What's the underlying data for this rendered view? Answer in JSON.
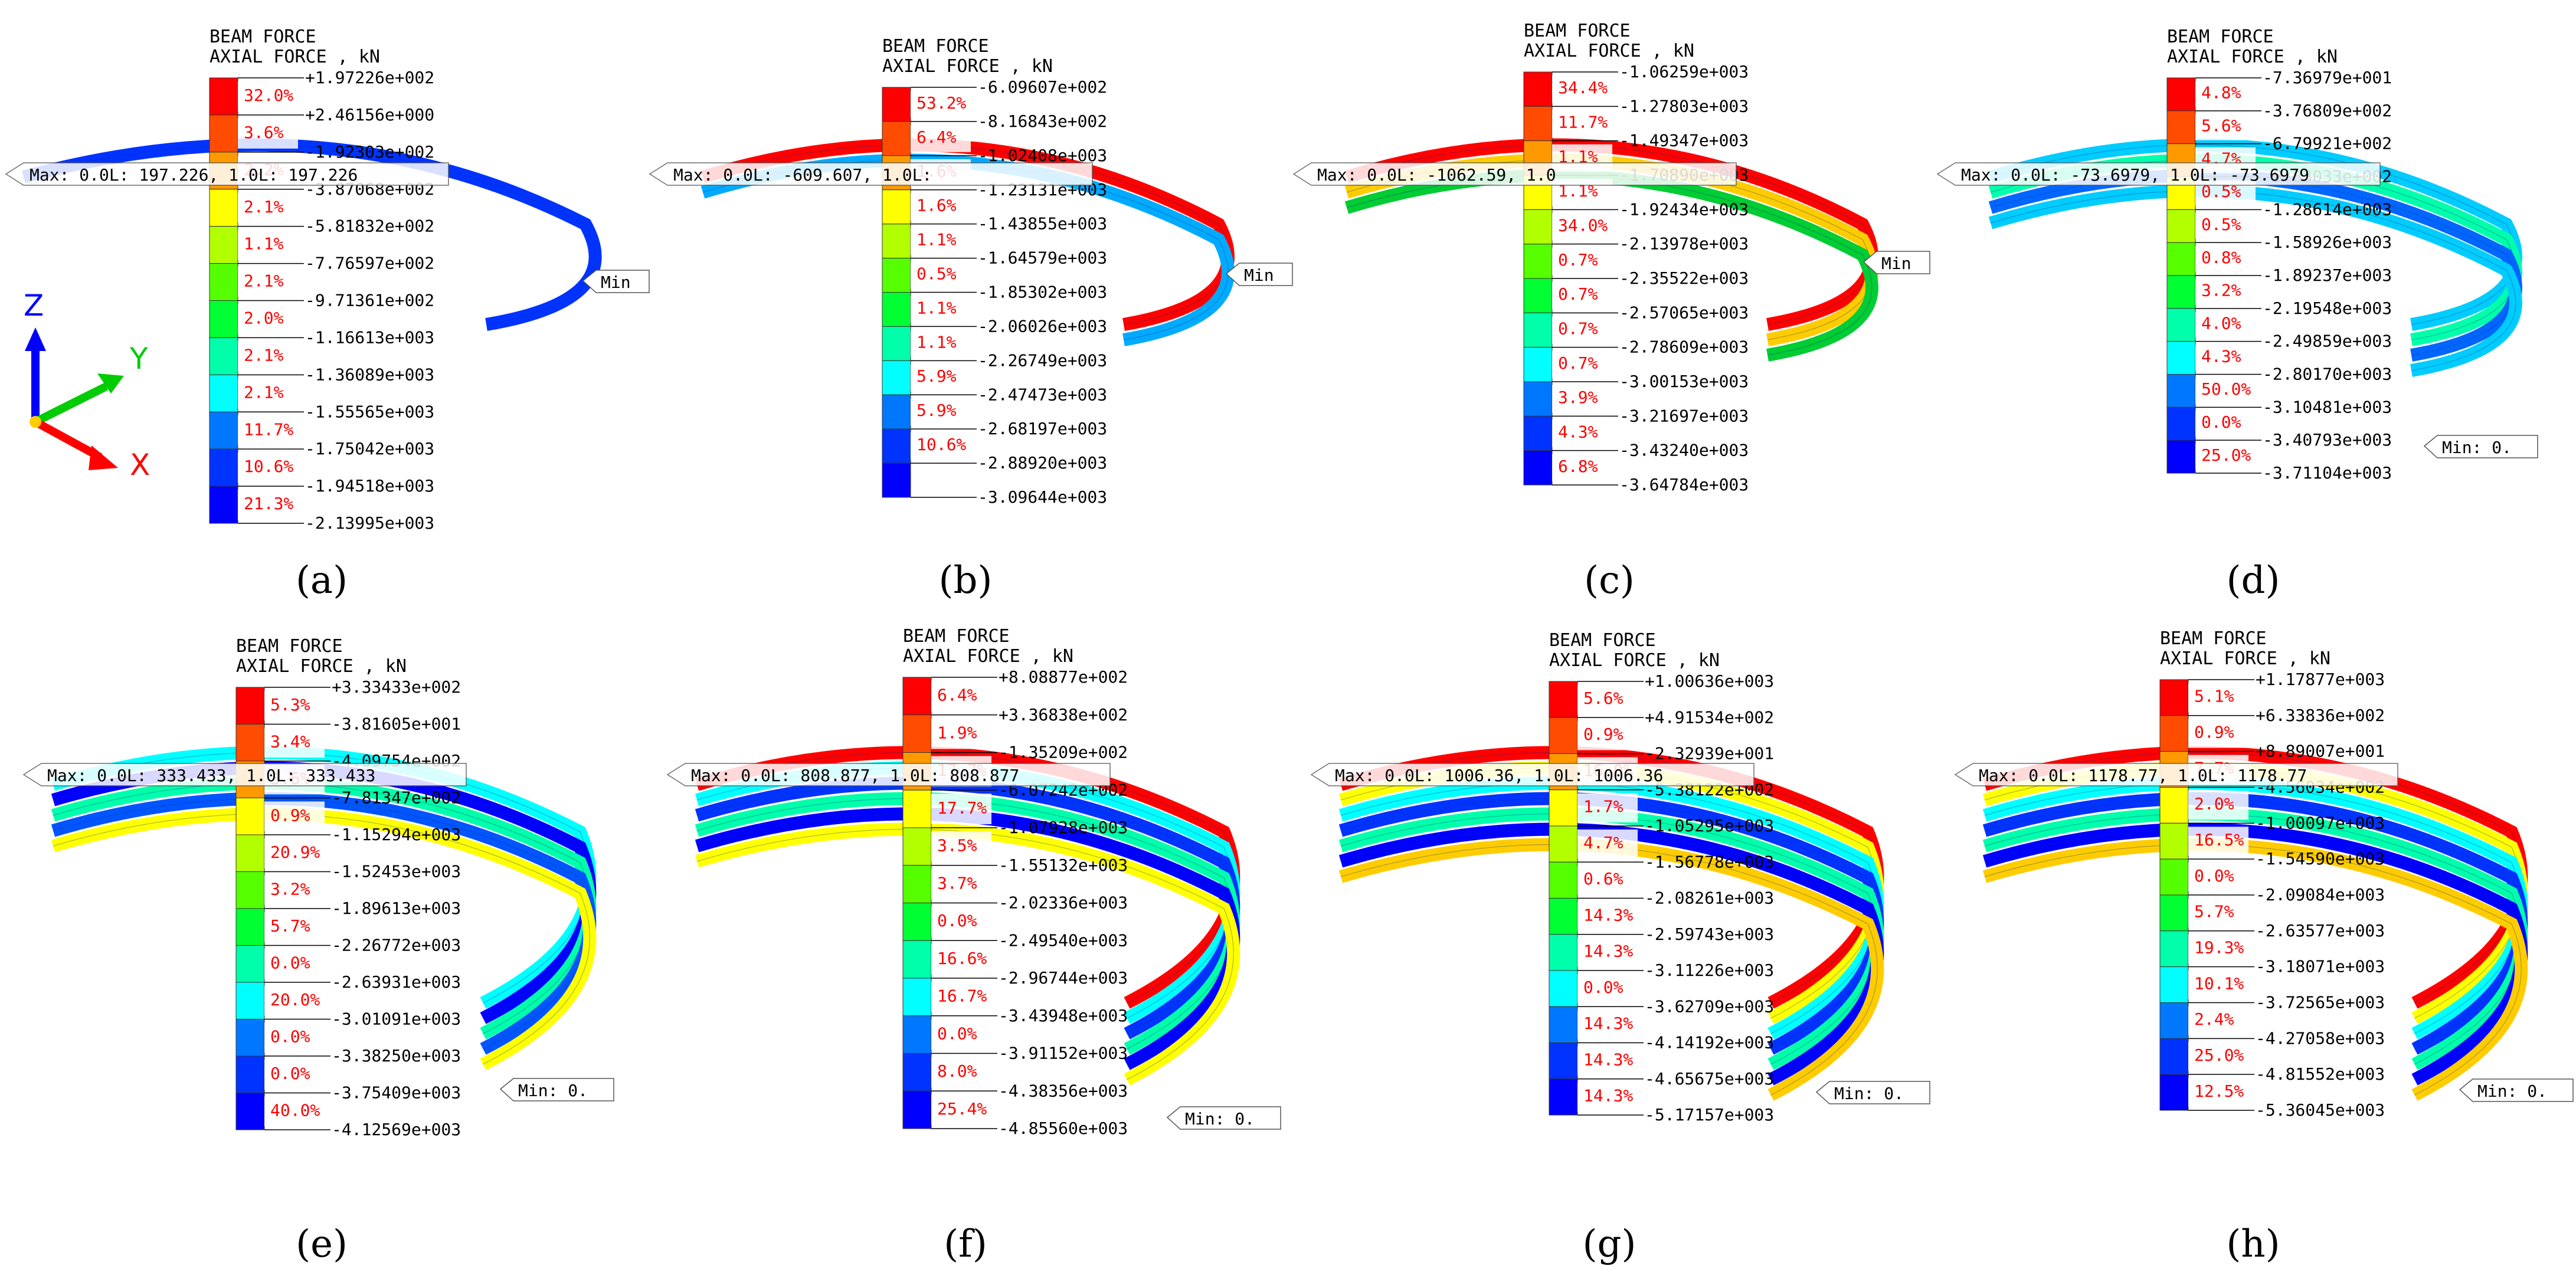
{
  "legend_title": "BEAM FORCE",
  "legend_subtitle": "AXIAL FORCE , kN",
  "min_label": "Min",
  "min_label_short": "Min: 0.",
  "axes": {
    "z": "Z",
    "y": "Y",
    "x": "X"
  },
  "scale_colors": [
    "#ff0000",
    "#ff4c00",
    "#ff9900",
    "#ffcc00",
    "#ffff00",
    "#b2ff00",
    "#55ff00",
    "#00ff33",
    "#00ffaa",
    "#00ffff",
    "#00ccff",
    "#0077ff",
    "#0033ff",
    "#0000ff"
  ],
  "panels": [
    {
      "label": "(a)",
      "max_callout": "Max: 0.0L: 197.226, 1.0L: 197.226",
      "values": [
        "+1.97226e+002",
        "+2.46156e+000",
        "-1.92303e+002",
        "-3.87068e+002",
        "-5.81832e+002",
        "-7.76597e+002",
        "-9.71361e+002",
        "-1.16613e+003",
        "-1.36089e+003",
        "-1.55565e+003",
        "-1.75042e+003",
        "-1.94518e+003",
        "-2.13995e+003"
      ],
      "percents": [
        "32.0%",
        "3.6%",
        "2.2%",
        "2.1%",
        "1.1%",
        "2.1%",
        "2.0%",
        "2.1%",
        "2.1%",
        "11.7%",
        "10.6%",
        "21.3%"
      ]
    },
    {
      "label": "(b)",
      "max_callout": "Max: 0.0L: -609.607, 1.0L:",
      "values": [
        "-6.09607e+002",
        "-8.16843e+002",
        "-1.02408e+003",
        "-1.23131e+003",
        "-1.43855e+003",
        "-1.64579e+003",
        "-1.85302e+003",
        "-2.06026e+003",
        "-2.26749e+003",
        "-2.47473e+003",
        "-2.68197e+003",
        "-2.88920e+003",
        "-3.09644e+003"
      ],
      "percents": [
        "53.2%",
        "6.4%",
        "1.6%",
        "1.6%",
        "1.1%",
        "0.5%",
        "1.1%",
        "1.1%",
        "5.9%",
        "5.9%",
        "10.6%"
      ]
    },
    {
      "label": "(c)",
      "max_callout": "Max: 0.0L: -1062.59, 1.0",
      "values": [
        "-1.06259e+003",
        "-1.27803e+003",
        "-1.49347e+003",
        "-1.70890e+003",
        "-1.92434e+003",
        "-2.13978e+003",
        "-2.35522e+003",
        "-2.57065e+003",
        "-2.78609e+003",
        "-3.00153e+003",
        "-3.21697e+003",
        "-3.43240e+003",
        "-3.64784e+003"
      ],
      "percents": [
        "34.4%",
        "11.7%",
        "1.1%",
        "1.1%",
        "34.0%",
        "0.7%",
        "0.7%",
        "0.7%",
        "0.7%",
        "3.9%",
        "4.3%",
        "6.8%"
      ]
    },
    {
      "label": "(d)",
      "max_callout": "Max: 0.0L: -73.6979, 1.0L: -73.6979",
      "values": [
        "-7.36979e+001",
        "-3.76809e+002",
        "-6.79921e+002",
        "-9.83033e+002",
        "-1.28614e+003",
        "-1.58926e+003",
        "-1.89237e+003",
        "-2.19548e+003",
        "-2.49859e+003",
        "-2.80170e+003",
        "-3.10481e+003",
        "-3.40793e+003",
        "-3.71104e+003"
      ],
      "percents": [
        "4.8%",
        "5.6%",
        "4.7%",
        "0.5%",
        "0.5%",
        "0.8%",
        "3.2%",
        "4.0%",
        "4.3%",
        "50.0%",
        "0.0%",
        "25.0%"
      ]
    },
    {
      "label": "(e)",
      "max_callout": "Max: 0.0L: 333.433, 1.0L: 333.433",
      "values": [
        "+3.33433e+002",
        "-3.81605e+001",
        "-4.09754e+002",
        "-7.81347e+002",
        "-1.15294e+003",
        "-1.52453e+003",
        "-1.89613e+003",
        "-2.26772e+003",
        "-2.63931e+003",
        "-3.01091e+003",
        "-3.38250e+003",
        "-3.75409e+003",
        "-4.12569e+003"
      ],
      "percents": [
        "5.3%",
        "3.4%",
        "3.6%",
        "0.9%",
        "20.9%",
        "3.2%",
        "5.7%",
        "0.0%",
        "20.0%",
        "0.0%",
        "0.0%",
        "40.0%"
      ]
    },
    {
      "label": "(f)",
      "max_callout": "Max: 0.0L: 808.877, 1.0L: 808.877",
      "values": [
        "+8.08877e+002",
        "+3.36838e+002",
        "-1.35209e+002",
        "-6.07242e+002",
        "-1.07928e+003",
        "-1.55132e+003",
        "-2.02336e+003",
        "-2.49540e+003",
        "-2.96744e+003",
        "-3.43948e+003",
        "-3.91152e+003",
        "-4.38356e+003",
        "-4.85560e+003"
      ],
      "percents": [
        "6.4%",
        "1.9%",
        "17.7%",
        "17.7%",
        "3.5%",
        "3.7%",
        "0.0%",
        "16.6%",
        "16.7%",
        "0.0%",
        "8.0%",
        "25.4%"
      ]
    },
    {
      "label": "(g)",
      "max_callout": "Max: 0.0L: 1006.36, 1.0L: 1006.36",
      "values": [
        "+1.00636e+003",
        "+4.91534e+002",
        "-2.32939e+001",
        "-5.38122e+002",
        "-1.05295e+003",
        "-1.56778e+003",
        "-2.08261e+003",
        "-2.59743e+003",
        "-3.11226e+003",
        "-3.62709e+003",
        "-4.14192e+003",
        "-4.65675e+003",
        "-5.17157e+003"
      ],
      "percents": [
        "5.6%",
        "0.9%",
        "16.0%",
        "1.7%",
        "4.7%",
        "0.6%",
        "14.3%",
        "14.3%",
        "0.0%",
        "14.3%",
        "14.3%",
        "14.3%"
      ]
    },
    {
      "label": "(h)",
      "max_callout": "Max: 0.0L: 1178.77, 1.0L: 1178.77",
      "values": [
        "+1.17877e+003",
        "+6.33836e+002",
        "+8.89007e+001",
        "-4.56034e+002",
        "-1.00097e+003",
        "-1.54590e+003",
        "-2.09084e+003",
        "-2.63577e+003",
        "-3.18071e+003",
        "-3.72565e+003",
        "-4.27058e+003",
        "-4.81552e+003",
        "-5.36045e+003"
      ],
      "percents": [
        "5.1%",
        "0.9%",
        "7.7%",
        "2.0%",
        "16.5%",
        "0.0%",
        "5.7%",
        "19.3%",
        "10.1%",
        "2.4%",
        "25.0%",
        "12.5%"
      ]
    }
  ]
}
